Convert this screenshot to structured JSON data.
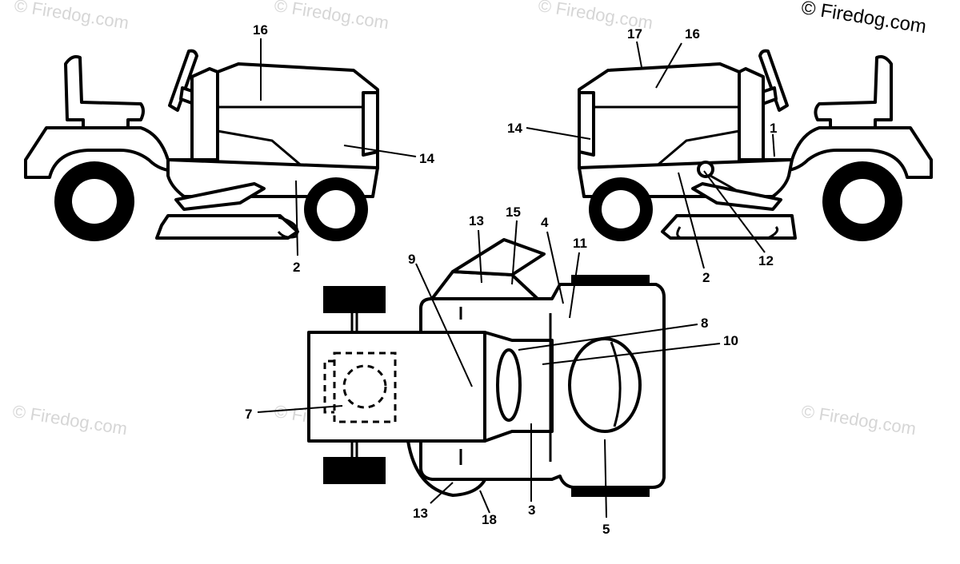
{
  "watermark": {
    "main": "© Firedog.com",
    "faint": "© Firedog.com"
  },
  "callouts": {
    "c1": "1",
    "c2": "2",
    "c3": "3",
    "c4": "4",
    "c5": "5",
    "c7": "7",
    "c8": "8",
    "c9": "9",
    "c10": "10",
    "c11": "11",
    "c12": "12",
    "c13": "13",
    "c14": "14",
    "c15": "15",
    "c16": "16",
    "c17": "17",
    "c18": "18"
  }
}
